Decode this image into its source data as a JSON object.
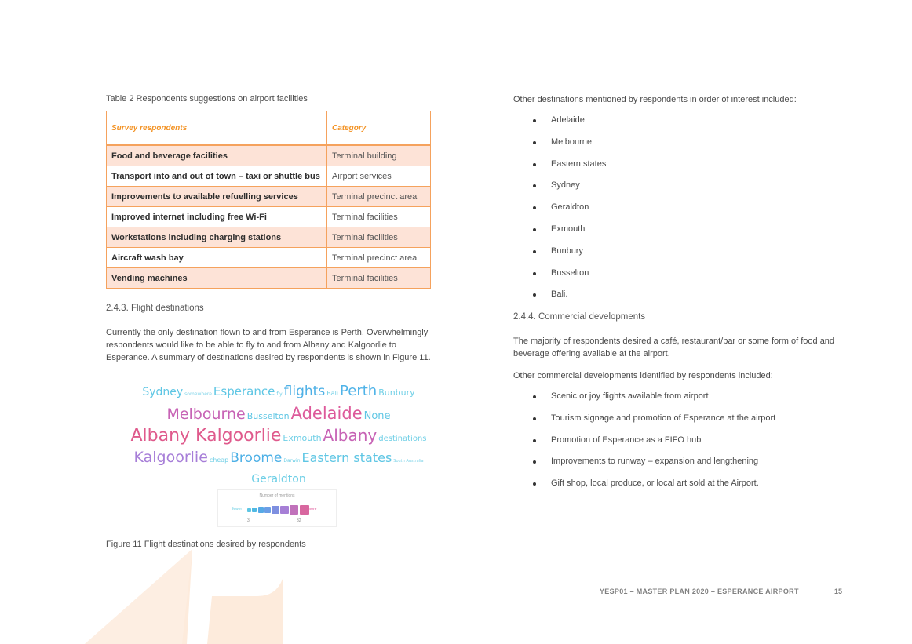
{
  "table": {
    "caption": "Table 2 Respondents suggestions on airport facilities",
    "headers": [
      "Survey respondents",
      "Category"
    ],
    "rows": [
      {
        "respondent": "Food and beverage facilities",
        "category": "Terminal building"
      },
      {
        "respondent": "Transport into and out of town – taxi or shuttle bus",
        "category": "Airport services"
      },
      {
        "respondent": "Improvements to available refuelling services",
        "category": "Terminal precinct area"
      },
      {
        "respondent": "Improved internet including free Wi-Fi",
        "category": "Terminal facilities"
      },
      {
        "respondent": "Workstations including charging stations",
        "category": "Terminal facilities"
      },
      {
        "respondent": "Aircraft wash bay",
        "category": "Terminal precinct area"
      },
      {
        "respondent": "Vending machines",
        "category": "Terminal facilities"
      }
    ]
  },
  "section_flight": {
    "heading": "2.4.3. Flight destinations",
    "paragraph": "Currently the only destination flown to and from Esperance is Perth. Overwhelmingly respondents would like to be able to fly to and from Albany and Kalgoorlie to Esperance. A summary of destinations desired by respondents is shown in Figure 11."
  },
  "wordcloud": {
    "lines": [
      [
        {
          "text": "Sydney",
          "size": 14,
          "color": "#5ec6e4"
        },
        {
          "text": "somewhere",
          "size": 6,
          "color": "#7dd3e8"
        },
        {
          "text": "Esperance",
          "size": 15,
          "color": "#5ec6e4"
        },
        {
          "text": "fly",
          "size": 6,
          "color": "#6fcfe6"
        },
        {
          "text": "flights",
          "size": 17,
          "color": "#4db0e6"
        },
        {
          "text": "Bali",
          "size": 8,
          "color": "#6fcfe6"
        },
        {
          "text": "Perth",
          "size": 18,
          "color": "#4fb3e8"
        },
        {
          "text": "Bunbury",
          "size": 11,
          "color": "#6fcfe6"
        }
      ],
      [
        {
          "text": "Melbourne",
          "size": 19,
          "color": "#c763b5"
        },
        {
          "text": "Busselton",
          "size": 11,
          "color": "#5ec6e4"
        },
        {
          "text": "Adelaide",
          "size": 21,
          "color": "#dd5a9b"
        },
        {
          "text": "None",
          "size": 13,
          "color": "#5ec6e4"
        }
      ],
      [
        {
          "text": "Albany Kalgoorlie",
          "size": 22,
          "color": "#df5a8c"
        },
        {
          "text": "Exmouth",
          "size": 11,
          "color": "#6fcfe6"
        },
        {
          "text": "Albany",
          "size": 20,
          "color": "#c763b5"
        },
        {
          "text": "destinations",
          "size": 10,
          "color": "#6fcfe6"
        }
      ],
      [
        {
          "text": "Kalgoorlie",
          "size": 19,
          "color": "#a77ed8"
        },
        {
          "text": "cheap",
          "size": 8,
          "color": "#6fcfe6"
        },
        {
          "text": "Broome",
          "size": 17,
          "color": "#4db0e6"
        },
        {
          "text": "Darwin",
          "size": 6,
          "color": "#6fcfe6"
        },
        {
          "text": "Eastern states",
          "size": 16,
          "color": "#5ec6e4"
        },
        {
          "text": "South Australia",
          "size": 5,
          "color": "#7dd3e8"
        }
      ],
      [
        {
          "text": "Geraldton",
          "size": 14,
          "color": "#6fcfe6"
        }
      ]
    ],
    "legend": {
      "title": "Number of mentions",
      "low_label": "fewer",
      "high_label": "more",
      "min": "3",
      "max": "32",
      "swatches": [
        "#5ec6e4",
        "#4fb9e3",
        "#56a9e6",
        "#6b9ee6",
        "#7e8fe0",
        "#a67fd6",
        "#c172bb",
        "#d8679f"
      ]
    },
    "caption": "Figure 11 Flight destinations desired by respondents"
  },
  "other_destinations": {
    "intro": "Other destinations mentioned by respondents in order of interest included:",
    "items": [
      "Adelaide",
      "Melbourne",
      "Eastern states",
      "Sydney",
      "Geraldton",
      "Exmouth",
      "Bunbury",
      "Busselton",
      "Bali."
    ]
  },
  "section_commercial": {
    "heading": "2.4.4. Commercial developments",
    "paragraph1": "The majority of respondents desired a café, restaurant/bar or some form of food and beverage offering available at the airport.",
    "paragraph2": "Other commercial developments identified by respondents included:",
    "items": [
      "Scenic or joy flights available from airport",
      "Tourism signage and promotion of Esperance at the airport",
      "Promotion of Esperance as a FIFO hub",
      "Improvements to runway – expansion and lengthening",
      "Gift shop, local produce, or local art sold at the Airport."
    ]
  },
  "footer": {
    "document_title": "YESP01 – MASTER PLAN 2020 – ESPERANCE AIRPORT",
    "page_number": "15"
  },
  "colors": {
    "table_border": "#f5a25d",
    "table_header_text": "#f39325",
    "table_shade": "#fde3d7",
    "watermark": "#fdebdc"
  }
}
